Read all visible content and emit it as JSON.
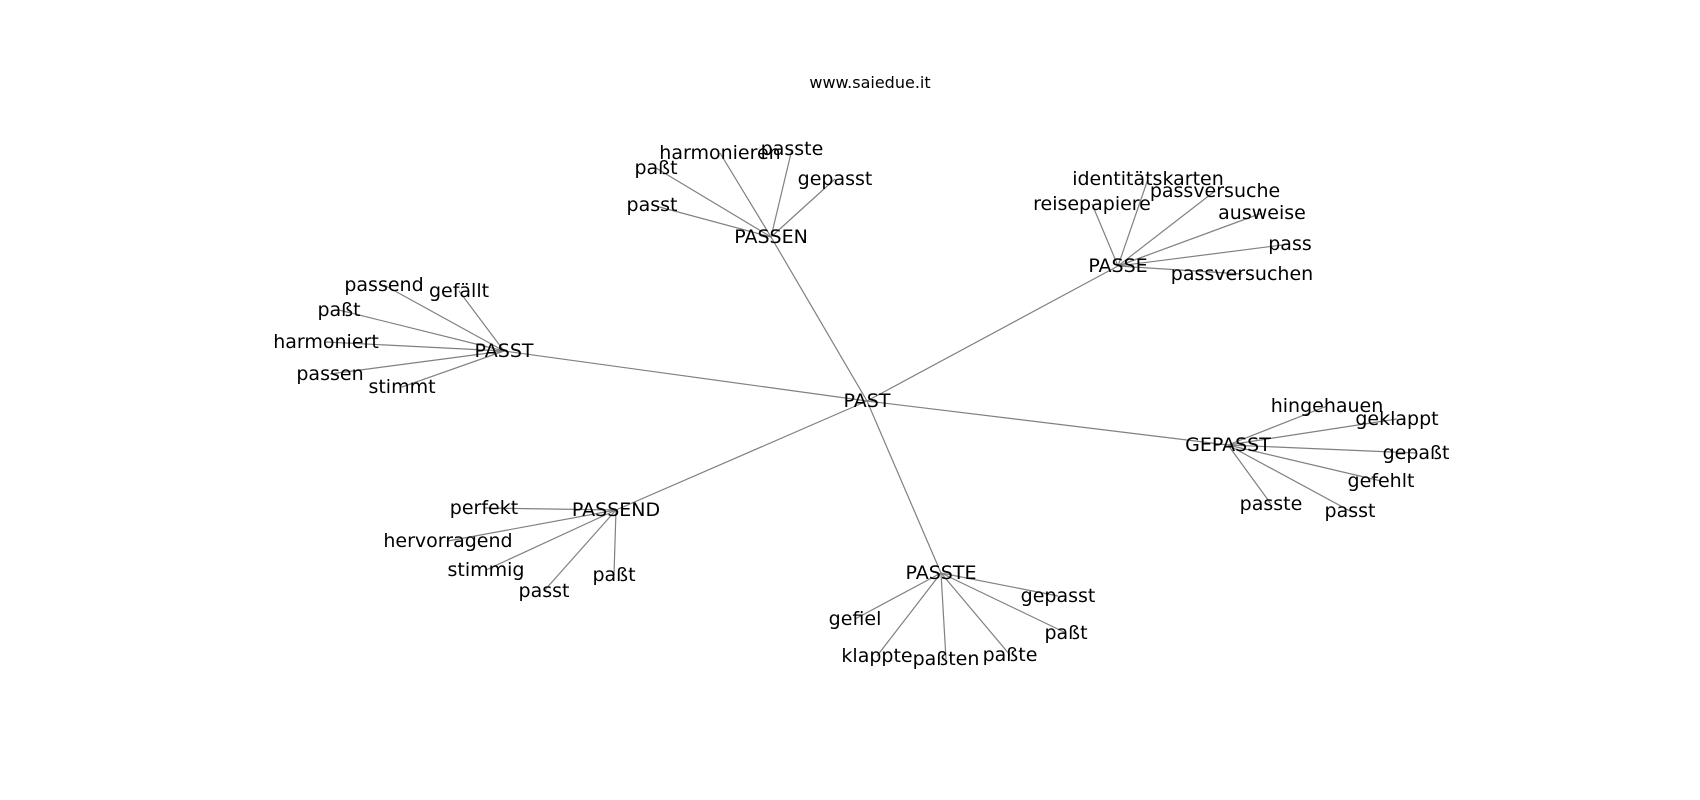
{
  "title": "www.saiedue.it",
  "root": {
    "id": "PAST",
    "label": "PAST"
  },
  "hubs": [
    {
      "id": "PASSEN",
      "label": "PASSEN",
      "children": [
        "harmonieren",
        "passte",
        "paßt",
        "gepasst",
        "passt"
      ]
    },
    {
      "id": "PASSE",
      "label": "PASSE",
      "children": [
        "identitätskarten",
        "reisepapiere",
        "passversuche",
        "ausweise",
        "pass",
        "passversuchen"
      ]
    },
    {
      "id": "PASST",
      "label": "PASST",
      "children": [
        "passend",
        "gefällt",
        "paßt",
        "harmoniert",
        "passen",
        "stimmt"
      ]
    },
    {
      "id": "GEPASST",
      "label": "GEPASST",
      "children": [
        "hingehauen",
        "geklappt",
        "gepaßt",
        "gefehlt",
        "passte",
        "passt"
      ]
    },
    {
      "id": "PASSEND",
      "label": "PASSEND",
      "children": [
        "perfekt",
        "hervorragend",
        "stimmig",
        "passt",
        "paßt"
      ]
    },
    {
      "id": "PASSTE",
      "label": "PASSTE",
      "children": [
        "gepasst",
        "gefiel",
        "paßt",
        "klappte",
        "paßten",
        "paßte"
      ]
    }
  ]
}
